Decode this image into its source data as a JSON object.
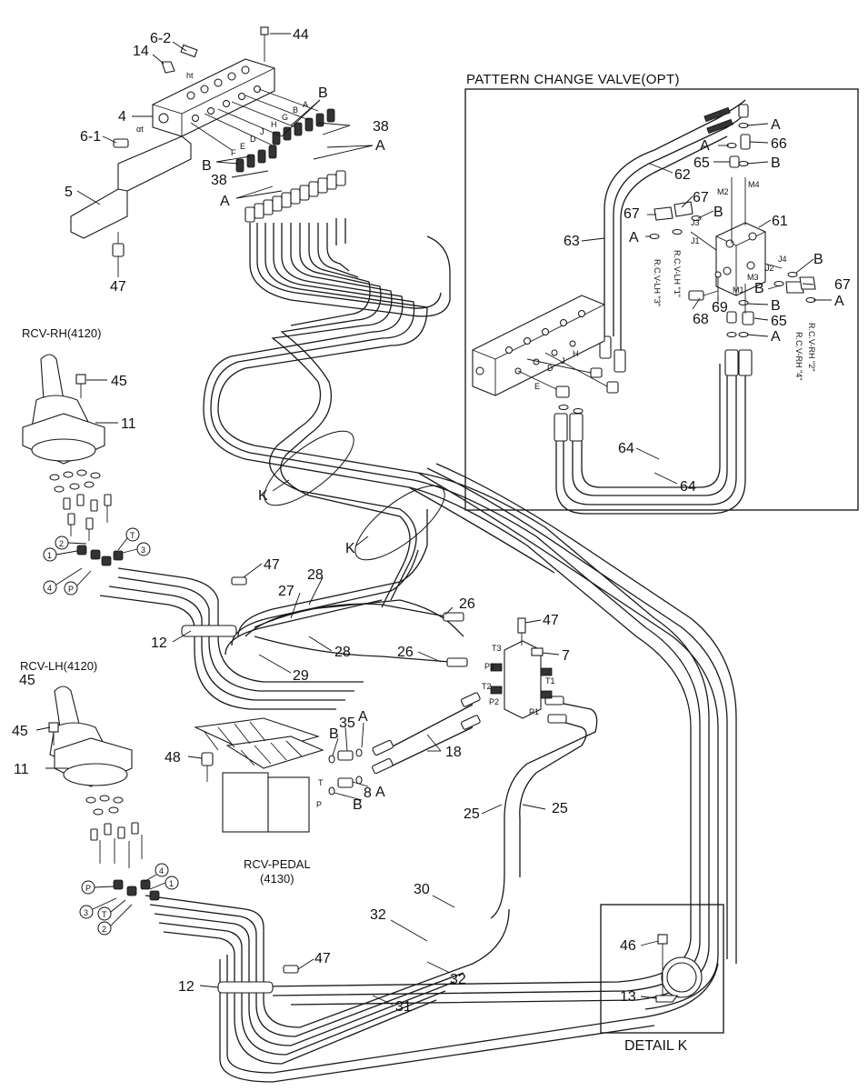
{
  "diagram": {
    "pattern_valve_title": "PATTERN CHANGE VALVE(OPT)",
    "detail_title": "DETAIL K",
    "rcv_rh": "RCV-RH(4120)",
    "rcv_lh": "RCV-LH(4120)",
    "rcv_pedal": "RCV-PEDAL",
    "rcv_pedal_code": "(4130)"
  },
  "callouts": {
    "p44": "44",
    "p6_2": "6-2",
    "p14": "14",
    "p4": "4",
    "p6_1": "6-1",
    "p5": "5",
    "p47a": "47",
    "pB1": "B",
    "pB2": "B",
    "p38a": "38",
    "p38b": "38",
    "pA1": "A",
    "pA2": "A",
    "p45a": "45",
    "p11a": "11",
    "p47b": "47",
    "p28a": "28",
    "p27": "27",
    "p12a": "12",
    "p28b": "28",
    "p29": "29",
    "pK1": "K",
    "pK2": "K",
    "p26a": "26",
    "p26b": "26",
    "p47c": "47",
    "p7": "7",
    "p45b": "45",
    "p11b": "11",
    "p48": "48",
    "p35": "35",
    "pB3": "B",
    "pA3": "A",
    "p18": "18",
    "p8": "8",
    "pB4": "B",
    "pA4": "A",
    "p25a": "25",
    "p25b": "25",
    "p30": "30",
    "p32a": "32",
    "p32b": "32",
    "p47d": "47",
    "p12b": "12",
    "p31": "31",
    "p46": "46",
    "p13": "13"
  },
  "circled_ports_rh": [
    "1",
    "2",
    "T",
    "3",
    "4",
    "P"
  ],
  "circled_ports_lh": [
    "P",
    "4",
    "1",
    "3",
    "T",
    "2"
  ],
  "valve_callouts": {
    "pA1": "A",
    "p66": "66",
    "pA2": "A",
    "p65a": "65",
    "pB1": "B",
    "p62": "62",
    "p67a": "67",
    "p67b": "67",
    "pB2": "B",
    "p61": "61",
    "p63": "63",
    "pA3": "A",
    "pB3": "B",
    "pB4": "B",
    "p67c": "67",
    "p69": "69",
    "p68": "68",
    "pB5": "B",
    "pA4": "A",
    "p65b": "65",
    "pA5": "A",
    "p64a": "64",
    "p64b": "64"
  },
  "small_labels": {
    "ht": "ht",
    "at": "αt",
    "a_port": "A",
    "b_port": "B",
    "g_port": "G",
    "h_port": "H",
    "j_port": "J",
    "d_port": "D",
    "e_port": "E",
    "f_port": "F",
    "t3": "T3",
    "p3": "P3",
    "t2": "T2",
    "p1": "P1",
    "p2": "P2",
    "t1": "T1",
    "pedal_t": "T",
    "pedal_p": "P",
    "m2": "M2",
    "m4": "M4",
    "j3": "J3",
    "j1": "J1",
    "j4": "J4",
    "j2": "J2",
    "m3": "M3",
    "m1": "M1",
    "v_h": "H",
    "v_j": "J",
    "v_d": "D",
    "v_e": "E",
    "rcv_lh_1": "R.C.V-LH \"3\"",
    "rcv_lh_2": "R.C.V-LH \"1\"",
    "rcv_rh_1": "R.C.V-RH \"2\"",
    "rcv_rh_2": "R.C.V-RH \"4\""
  }
}
